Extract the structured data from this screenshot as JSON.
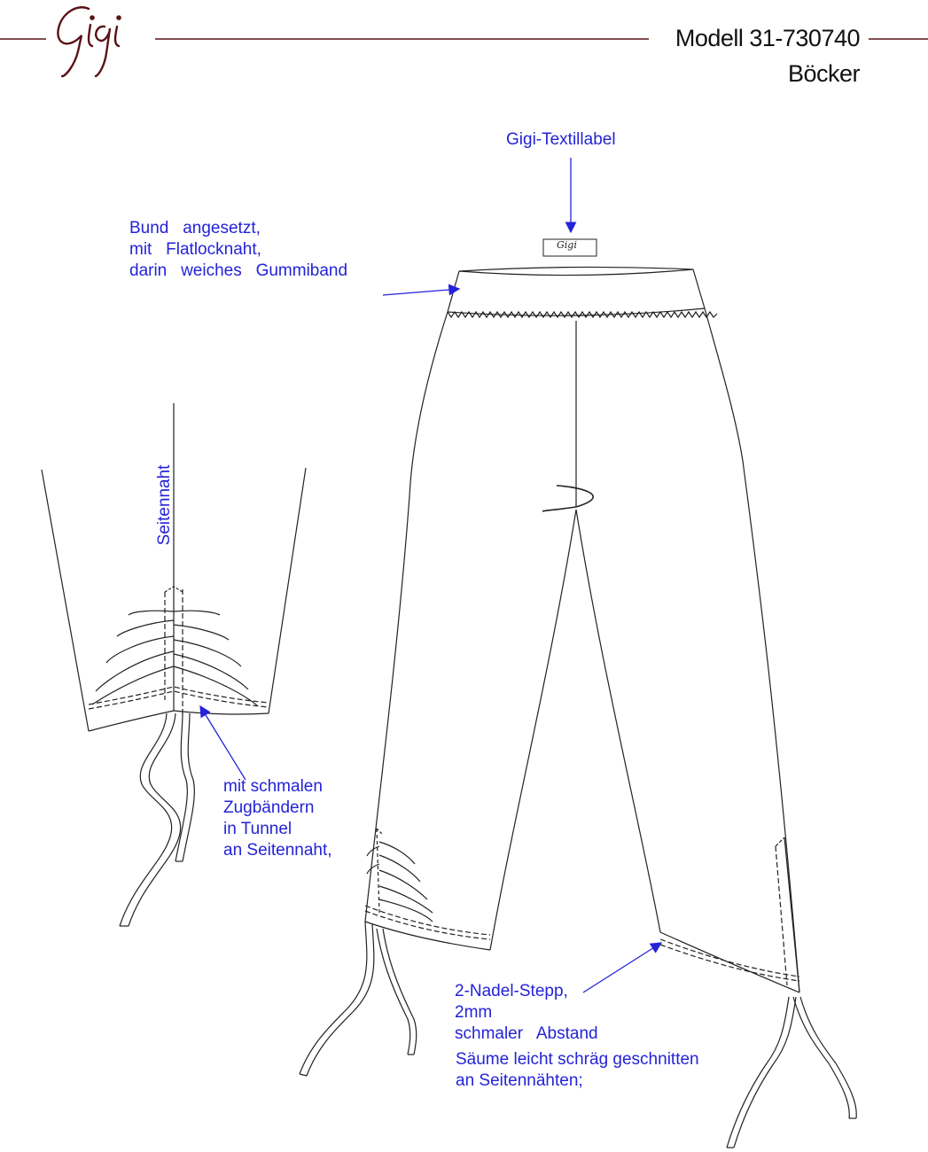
{
  "header": {
    "brand": "Gigi",
    "model": "Modell 31-730740",
    "name": "Böcker"
  },
  "annotations": {
    "label": "Gigi-Textillabel",
    "waistband": "Bund   angesetzt,\nmit   Flatlocknaht,\ndarin   weiches   Gummiband",
    "side_seam": "Seitennaht",
    "drawstrings": "mit schmalen\nZugbändern\nin Tunnel\nan Seitennaht,",
    "stitch": "2-Nadel-Stepp,\n2mm\nschmaler   Abstand",
    "hem": "Säume leicht schräg geschnitten\nan Seitennähten;"
  },
  "colors": {
    "annotation": "#2323d8",
    "logo": "#5a1216",
    "line": "#222222"
  }
}
